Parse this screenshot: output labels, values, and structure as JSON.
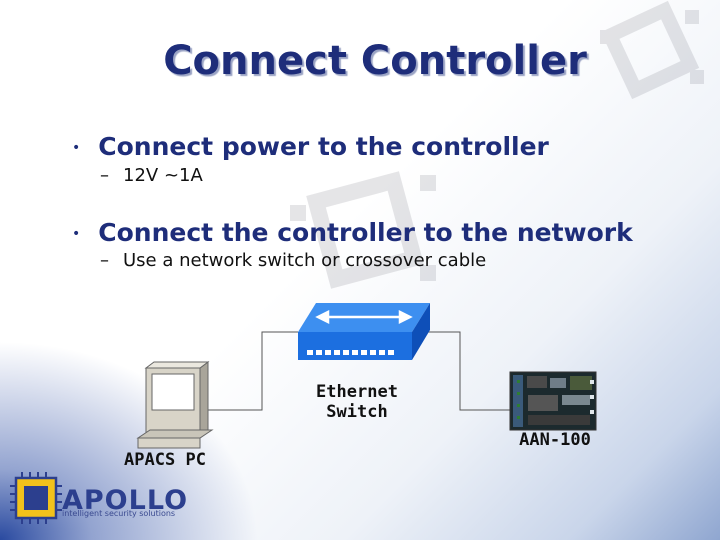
{
  "slide": {
    "title": "Connect Controller",
    "bullets": [
      {
        "text": "Connect power to the controller",
        "sub": "12V ~1A"
      },
      {
        "text": "Connect the controller to the network",
        "sub": "Use a network switch or crossover cable"
      }
    ]
  },
  "diagram": {
    "switch_label_line1": "Ethernet",
    "switch_label_line2": "Switch",
    "pc_label": "APACS PC",
    "controller_label": "AAN-100"
  },
  "logo": {
    "name": "APOLLO",
    "tagline": "intelligent security solutions"
  },
  "colors": {
    "title": "#1e2d7a",
    "switch": "#1c6fe0",
    "logo": "#2c3f8e"
  }
}
